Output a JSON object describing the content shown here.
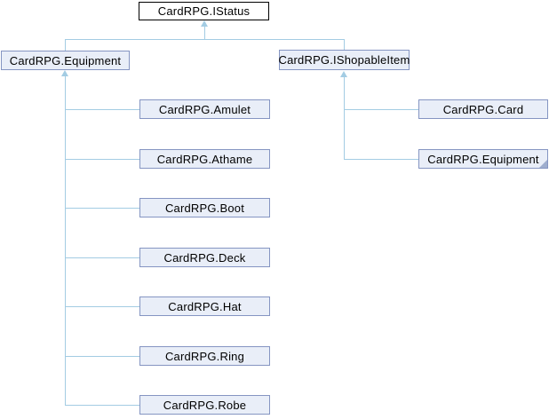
{
  "diagram_type": "class-inheritance-graph",
  "nodes": {
    "istatus": "CardRPG.IStatus",
    "equipment": "CardRPG.Equipment",
    "ishopableitem": "CardRPG.IShopableItem",
    "amulet": "CardRPG.Amulet",
    "athame": "CardRPG.Athame",
    "boot": "CardRPG.Boot",
    "deck": "CardRPG.Deck",
    "hat": "CardRPG.Hat",
    "ring": "CardRPG.Ring",
    "robe": "CardRPG.Robe",
    "card": "CardRPG.Card",
    "equipment_truncated": "CardRPG.Equipment"
  },
  "relations": [
    [
      "CardRPG.Equipment",
      "CardRPG.IStatus"
    ],
    [
      "CardRPG.IShopableItem",
      "CardRPG.IStatus"
    ],
    [
      "CardRPG.Amulet",
      "CardRPG.Equipment"
    ],
    [
      "CardRPG.Athame",
      "CardRPG.Equipment"
    ],
    [
      "CardRPG.Boot",
      "CardRPG.Equipment"
    ],
    [
      "CardRPG.Deck",
      "CardRPG.Equipment"
    ],
    [
      "CardRPG.Hat",
      "CardRPG.Equipment"
    ],
    [
      "CardRPG.Ring",
      "CardRPG.Equipment"
    ],
    [
      "CardRPG.Robe",
      "CardRPG.Equipment"
    ],
    [
      "CardRPG.Card",
      "CardRPG.IShopableItem"
    ],
    [
      "CardRPG.Equipment",
      "CardRPG.IShopableItem"
    ]
  ],
  "colors": {
    "background": "#ffffff",
    "edge": "#a3cce3",
    "node_fill": "#e9eef8",
    "node_border": "#8595c2",
    "root_fill": "#ffffff",
    "root_border": "#000000",
    "fold": "#9faece",
    "text": "#000000"
  }
}
